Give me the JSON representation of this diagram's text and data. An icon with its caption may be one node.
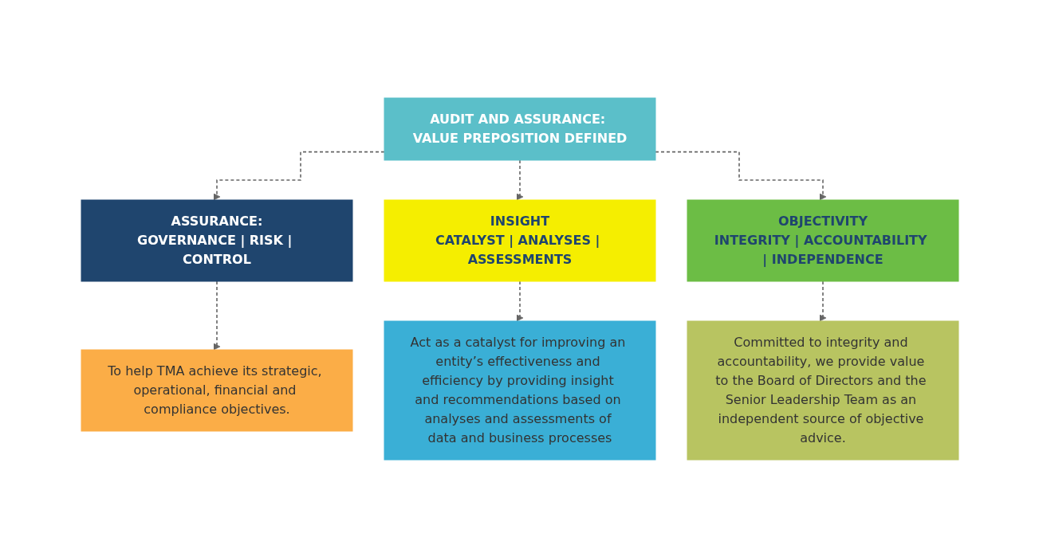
{
  "diagram": {
    "nodes": [
      {
        "text": [
          "AUDIT AND ASSURANCE: VALUE PREPOSITION DEFINED"
        ]
      },
      {
        "text": [
          "ASSURANCE:",
          "GOVERNANCE | RISK | CONTROL"
        ]
      },
      {
        "text": [
          "INSIGHT",
          "CATALYST | ANALYSES | ASSESSMENTS"
        ]
      },
      {
        "text": [
          "OBJECTIVITY",
          "INTEGRITY | ACCOUNTABILITY | INDEPENDENCE"
        ]
      },
      {
        "text": [
          "To help TMA achieve its strategic, operational, financial and compliance objectives."
        ]
      },
      {
        "text": [
          "Act as a catalyst for improving an entity’s effectiveness and efficiency by providing insight and recommendations based on analyses and assessments of data and business processes"
        ]
      },
      {
        "text": [
          "Committed to integrity and accountability, we provide value to the Board of Directors and the Senior Leadership Team as an independent source of objective advice."
        ]
      }
    ],
    "edges": [
      {
        "from": 0,
        "to": 1,
        "arrow": "to",
        "style": "dashed"
      },
      {
        "from": 0,
        "to": 2,
        "arrow": "to",
        "style": "dashed"
      },
      {
        "from": 0,
        "to": 3,
        "arrow": "to",
        "style": "dashed"
      },
      {
        "from": 1,
        "to": 4,
        "arrow": "to",
        "style": "dashed"
      },
      {
        "from": 2,
        "to": 5,
        "arrow": "to",
        "style": "dashed"
      },
      {
        "from": 3,
        "to": 6,
        "arrow": "to",
        "style": "dashed"
      }
    ]
  }
}
